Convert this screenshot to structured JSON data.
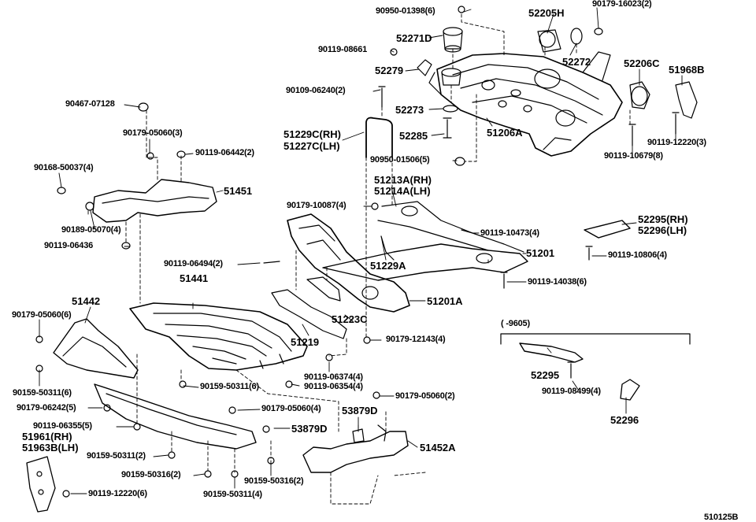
{
  "labels": {
    "p90950_01398": "90950-01398(6)",
    "p90179_16023": "90179-16023(2)",
    "p52205H": "52205H",
    "p52271D": "52271D",
    "p90119_08661": "90119-08661",
    "p52272": "52272",
    "p52206C": "52206C",
    "p51968B": "51968B",
    "p52279": "52279",
    "p90109_06240": "90109-06240(2)",
    "p90467_07128": "90467-07128",
    "p52273": "52273",
    "p52285": "52285",
    "p51206A": "51206A",
    "p90179_05060_3": "90179-05060(3)",
    "p51229C_RH": "51229C(RH)",
    "p51227C_LH": "51227C(LH)",
    "p90119_06442": "90119-06442(2)",
    "p90119_12220_3": "90119-12220(3)",
    "p90119_10679": "90119-10679(8)",
    "p90168_50037": "90168-50037(4)",
    "p90950_01506": "90950-01506(5)",
    "p51213A_RH": "51213A(RH)",
    "p51214A_LH": "51214A(LH)",
    "p51451": "51451",
    "p90179_10087": "90179-10087(4)",
    "p90189_05070": "90189-05070(4)",
    "p52295_RH": "52295(RH)",
    "p52296_LH": "52296(LH)",
    "p90119_10473": "90119-10473(4)",
    "p90119_06436": "90119-06436",
    "p90119_10806": "90119-10806(4)",
    "p51201": "51201",
    "p90119_06494": "90119-06494(2)",
    "p51229A": "51229A",
    "p51441": "51441",
    "p90119_14038": "90119-14038(6)",
    "p51442": "51442",
    "p51201A": "51201A",
    "p90179_05060_6": "90179-05060(6)",
    "p51223C": "51223C",
    "p9605": "(      -9605)",
    "p51219": "51219",
    "p90179_12143": "90179-12143(4)",
    "p52295": "52295",
    "p90119_06374": "90119-06374(4)",
    "p90159_50311_6a": "90159-50311(6)",
    "p90119_06354": "90119-06354(4)",
    "p90159_50311_6b": "90159-50311(6)",
    "p90119_08499": "90119-08499(4)",
    "p90179_05060_2": "90179-05060(2)",
    "p90179_06242": "90179-06242(5)",
    "p90179_05060_4": "90179-05060(4)",
    "p53879D_a": "53879D",
    "p52296": "52296",
    "p90119_06355": "90119-06355(5)",
    "p53879D_b": "53879D",
    "p51961_RH": "51961(RH)",
    "p51963B_LH": "51963B(LH)",
    "p51452A": "51452A",
    "p90159_50311_2": "90159-50311(2)",
    "p90159_50316_2a": "90159-50316(2)",
    "p90159_50316_2b": "90159-50316(2)",
    "p90119_12220_6": "90119-12220(6)",
    "p90159_50311_4": "90159-50311(4)"
  },
  "diagram_id": "510125B"
}
